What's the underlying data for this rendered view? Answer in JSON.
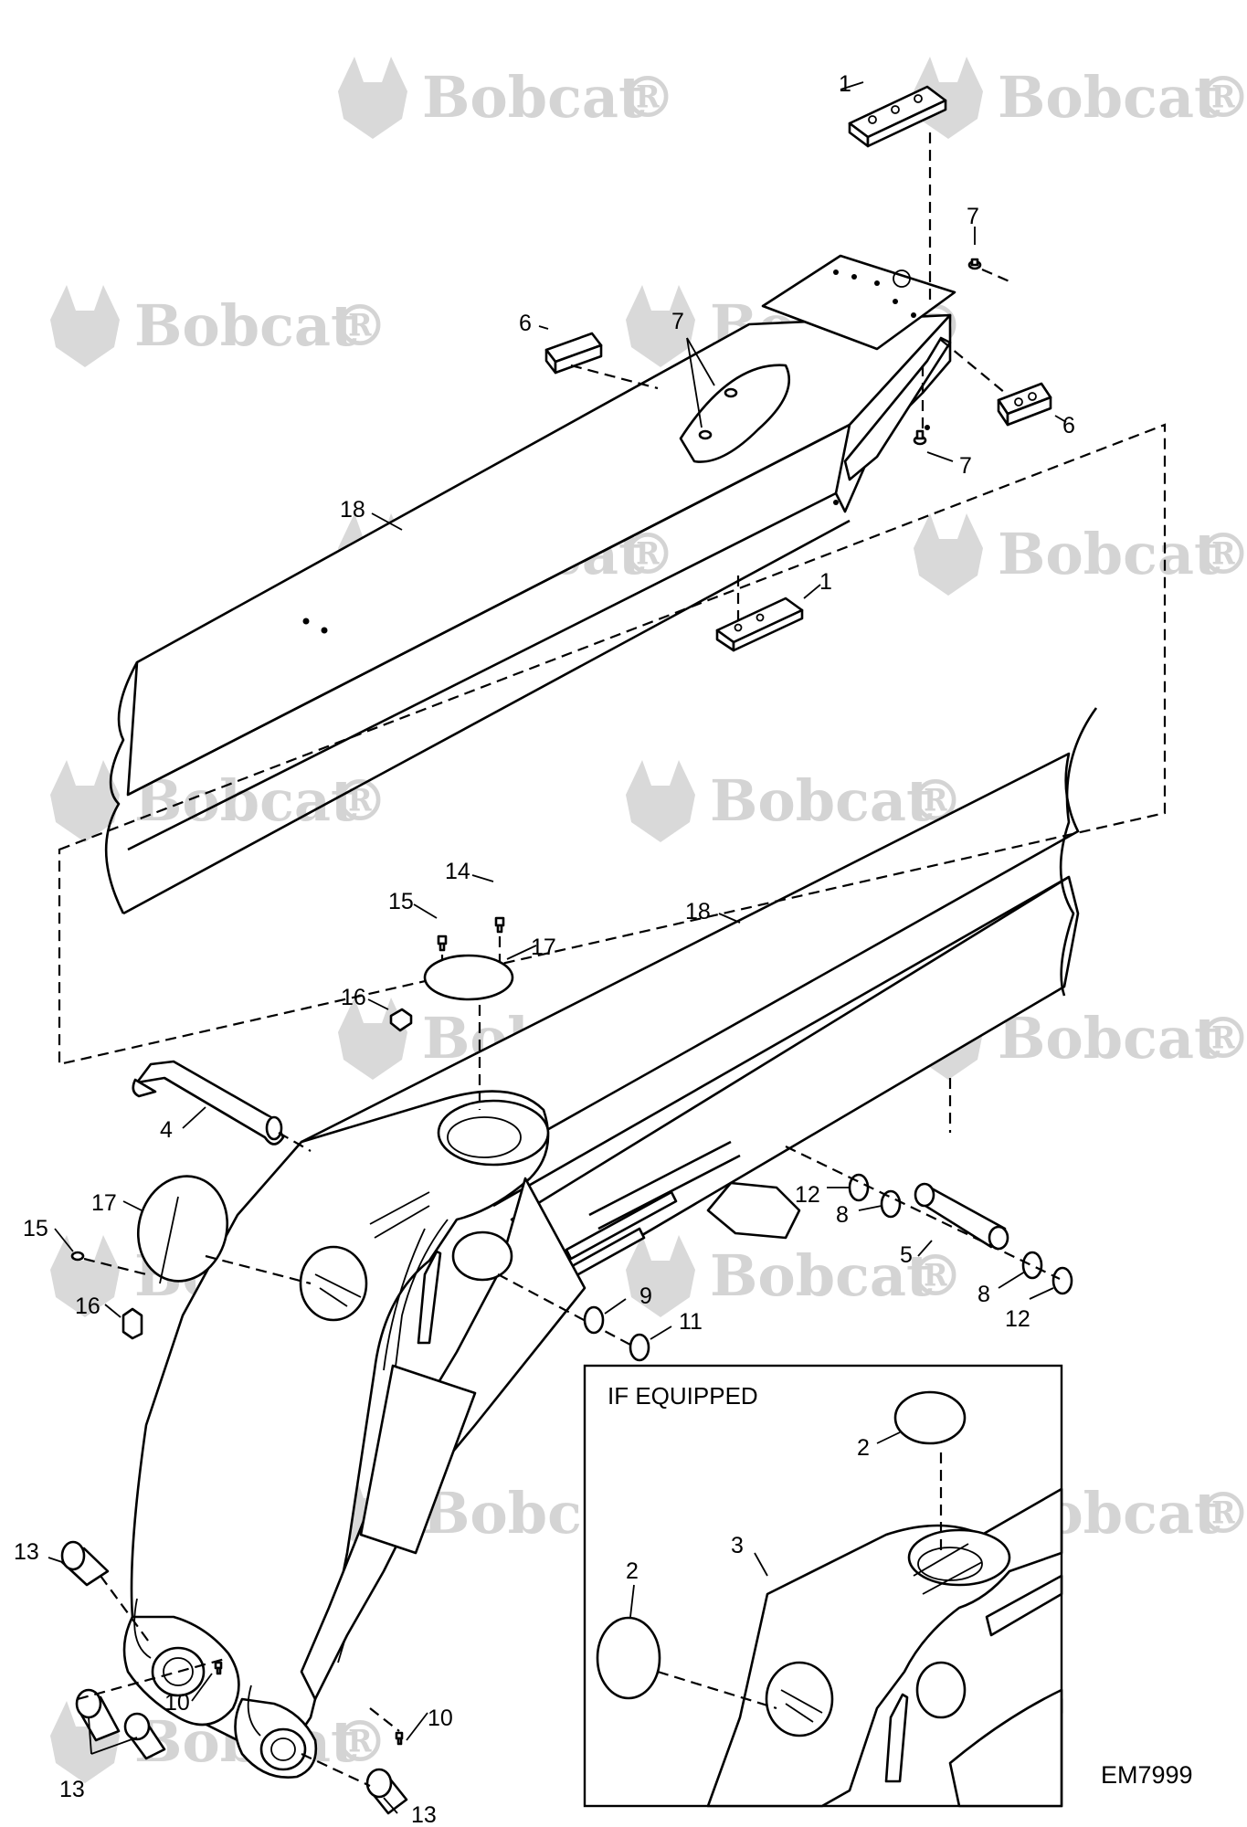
{
  "watermark": {
    "brand": "Bobcat",
    "mark": "®"
  },
  "inset": {
    "title": "IF EQUIPPED"
  },
  "figure_id": "EM7999",
  "callouts": {
    "c1_top": "1",
    "c7_topright": "7",
    "c6_left": "6",
    "c7_mid": "7",
    "c6_right": "6",
    "c7_under": "7",
    "c18_upper": "18",
    "c1_mid": "1",
    "c14": "14",
    "c15_a": "15",
    "c17_a": "17",
    "c16_a": "16",
    "c18_lower": "18",
    "c4": "4",
    "c17_b": "17",
    "c15_b": "15",
    "c16_b": "16",
    "c12_a": "12",
    "c8_a": "8",
    "c5": "5",
    "c8_b": "8",
    "c12_b": "12",
    "c9": "9",
    "c11": "11",
    "c13_a": "13",
    "c10_a": "10",
    "c10_b": "10",
    "c13_b": "13",
    "c13_c": "13",
    "c2_a": "2",
    "c3": "3",
    "c2_b": "2"
  }
}
